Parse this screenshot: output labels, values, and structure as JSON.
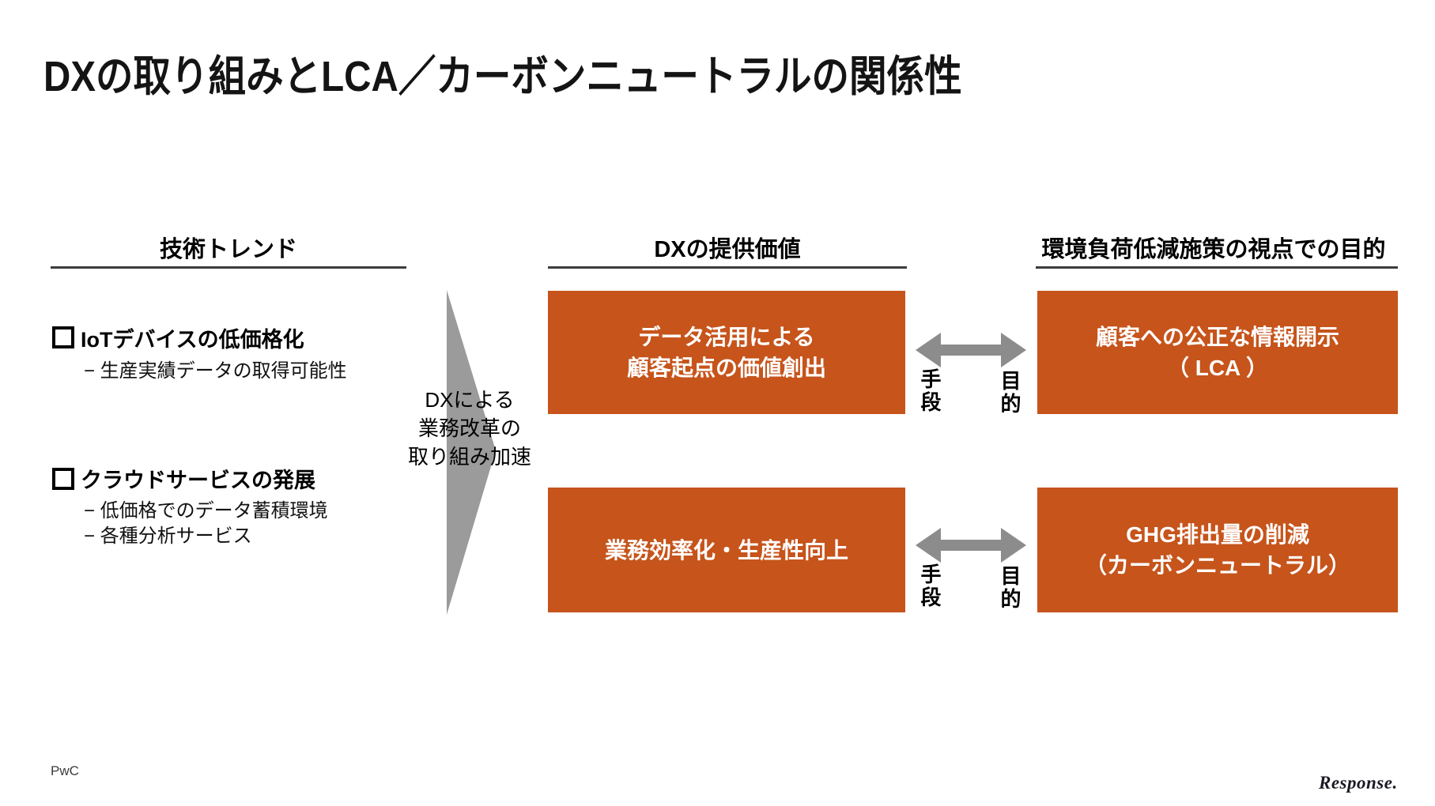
{
  "title": "DXの取り組みとLCA／カーボンニュートラルの関係性",
  "columns": {
    "tech_trends_header": "技術トレンド",
    "dx_value_header": "DXの提供価値",
    "purpose_header": "環境負荷低減施策の視点での目的"
  },
  "trends": {
    "items": [
      {
        "label": "IoTデバイスの低価格化",
        "sub1": "− 生産実績データの取得可能性"
      },
      {
        "label": "クラウドサービスの発展",
        "sub1": "− 低価格でのデータ蓄積環境",
        "sub2": "− 各種分析サービス"
      }
    ]
  },
  "triangle": {
    "line1": "DXによる",
    "line2": "業務改革の",
    "line3": "取り組み加速"
  },
  "boxes": {
    "dx1": {
      "line1": "データ活用による",
      "line2": "顧客起点の価値創出"
    },
    "purpose1": {
      "line1": "顧客への公正な情報開示",
      "line2": "（ LCA ）"
    },
    "dx2": {
      "line1": "業務効率化・生産性向上"
    },
    "purpose2": {
      "line1": "GHG排出量の削減",
      "line2": "（カーボンニュートラル）"
    }
  },
  "arrow_labels": {
    "means": "手段",
    "purpose": "目的"
  },
  "footer": {
    "brand_left": "PwC",
    "brand_right": "Response."
  },
  "colors": {
    "accent_orange": "#C6541B",
    "triangle_gray": "#9B9B9B",
    "arrow_gray": "#8C8C8C",
    "underline_gray": "#3d3d3d"
  }
}
